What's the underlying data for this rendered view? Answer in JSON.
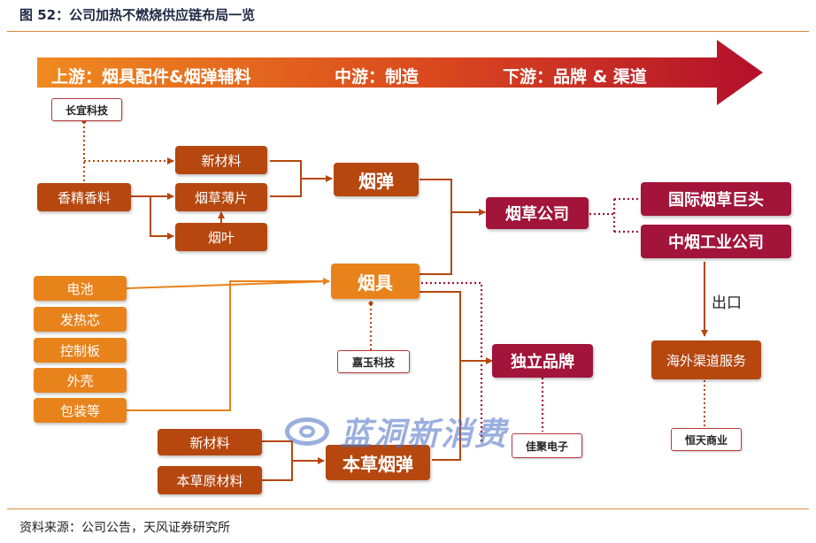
{
  "figure_title": "图 52：公司加热不燃烧供应链布局一览",
  "source": "资料来源：公司公告，天风证券研究所",
  "banner": {
    "upstream": "上游：烟具配件&烟弹辅料",
    "midstream": "中游：制造",
    "downstream": "下游：品牌 & 渠道"
  },
  "nodes": {
    "changyi": "长宜科技",
    "xiangjing": "香精香料",
    "xincailiao_top": "新材料",
    "yancao_baopian": "烟草薄片",
    "yanye": "烟叶",
    "yandan": "烟弹",
    "yancao_gongsi": "烟草公司",
    "guoji_jutou": "国际烟草巨头",
    "zhongyan": "中烟工业公司",
    "export": "出口",
    "haiwai": "海外渠道服务",
    "hengtian": "恒天商业",
    "dianchi": "电池",
    "farexin": "发热芯",
    "kongzhiban": "控制板",
    "waike": "外壳",
    "baozhuang": "包装等",
    "yanju": "烟具",
    "jiayu": "嘉玉科技",
    "duli_pinpai": "独立品牌",
    "jiali": "佳聚电子",
    "xincailiao_bottom": "新材料",
    "bencao_yuancailiao": "本草原材料",
    "bencao_yandan": "本草烟弹"
  },
  "watermark": "蓝洞新消费",
  "colors": {
    "dark_orange": "#b5470f",
    "orange": "#e8821b",
    "crimson": "#a2143a",
    "outline_red": "#b83a3a"
  }
}
